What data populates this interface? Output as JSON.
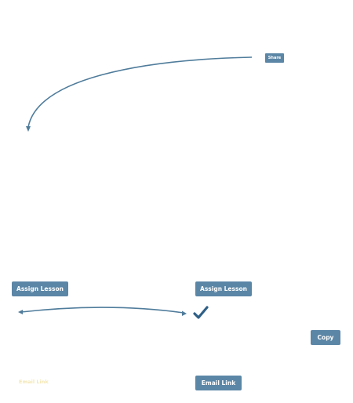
{
  "buttons": {
    "share": "Share",
    "assign_lesson_left": "Assign Lesson",
    "assign_lesson_right": "Assign Lesson",
    "copy": "Copy",
    "email_link": "Email Link"
  },
  "faded_label": "Email Link",
  "icons": {
    "checkmark": "checkmark-icon",
    "curved_arrow": "curved-arrow-icon",
    "double_arrow": "double-arrow-icon"
  },
  "colors": {
    "button": "#5b86a6",
    "arrow": "#4f7c9b",
    "check": "#2f5f86",
    "faded_text": "#f3e7b4"
  }
}
